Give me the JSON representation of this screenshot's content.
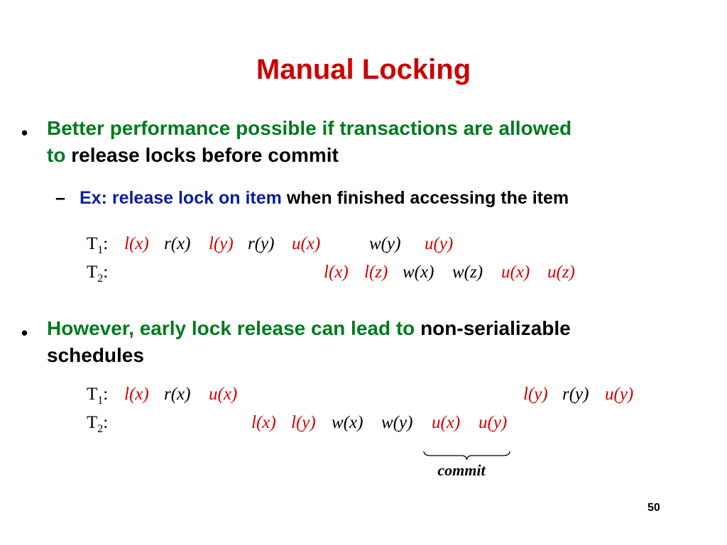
{
  "title": "Manual Locking",
  "bullet_marker": "•",
  "bullet1": {
    "part1": "Better performance possible if transactions are allowed",
    "part2": "to",
    "part3": "release locks before commit"
  },
  "sub1": {
    "dash": "–",
    "part1": "Ex: release lock on item",
    "part2": "when finished accessing the item"
  },
  "schedule1": {
    "t1_label": "T",
    "t1_sub": "1",
    "t2_label": "T",
    "t2_sub": "2",
    "colon": ":",
    "t1_ops": [
      "l(x)",
      "r(x)",
      "l(y)",
      "r(y)",
      "u(x)",
      "w(y)",
      "u(y)"
    ],
    "t2_ops": [
      "l(x)",
      "l(z)",
      "w(x)",
      "w(z)",
      "u(x)",
      "u(z)"
    ]
  },
  "bullet2": {
    "part1": "However, early lock release can lead to",
    "part2": "non-serializable",
    "part3": "schedules"
  },
  "schedule2": {
    "t1_label": "T",
    "t1_sub": "1",
    "t2_label": "T",
    "t2_sub": "2",
    "colon": ":",
    "t1_ops": [
      "l(x)",
      "r(x)",
      "u(x)",
      "l(y)",
      "r(y)",
      "u(y)"
    ],
    "t2_ops": [
      "l(x)",
      "l(y)",
      "w(x)",
      "w(y)",
      "u(x)",
      "u(y)"
    ],
    "commit_label": "commit"
  },
  "page_number": "50"
}
